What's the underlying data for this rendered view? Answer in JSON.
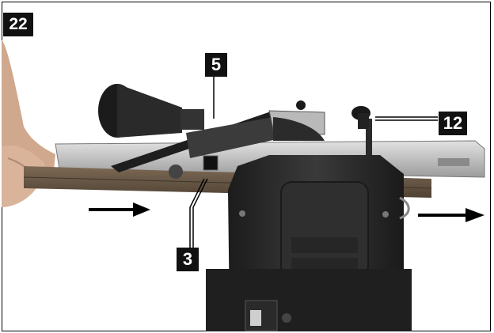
{
  "figure": {
    "number": "22",
    "callouts": [
      "5",
      "12",
      "3"
    ]
  },
  "colors": {
    "label_bg": "#111111",
    "label_text": "#ffffff",
    "machine_body": "#2b2b2b",
    "table_metal": "#c9c9c9",
    "wood_board": "#6b5a48",
    "skin": "#d9b49a"
  },
  "icons": [
    "arrow-right-icon",
    "arrow-right-icon"
  ]
}
